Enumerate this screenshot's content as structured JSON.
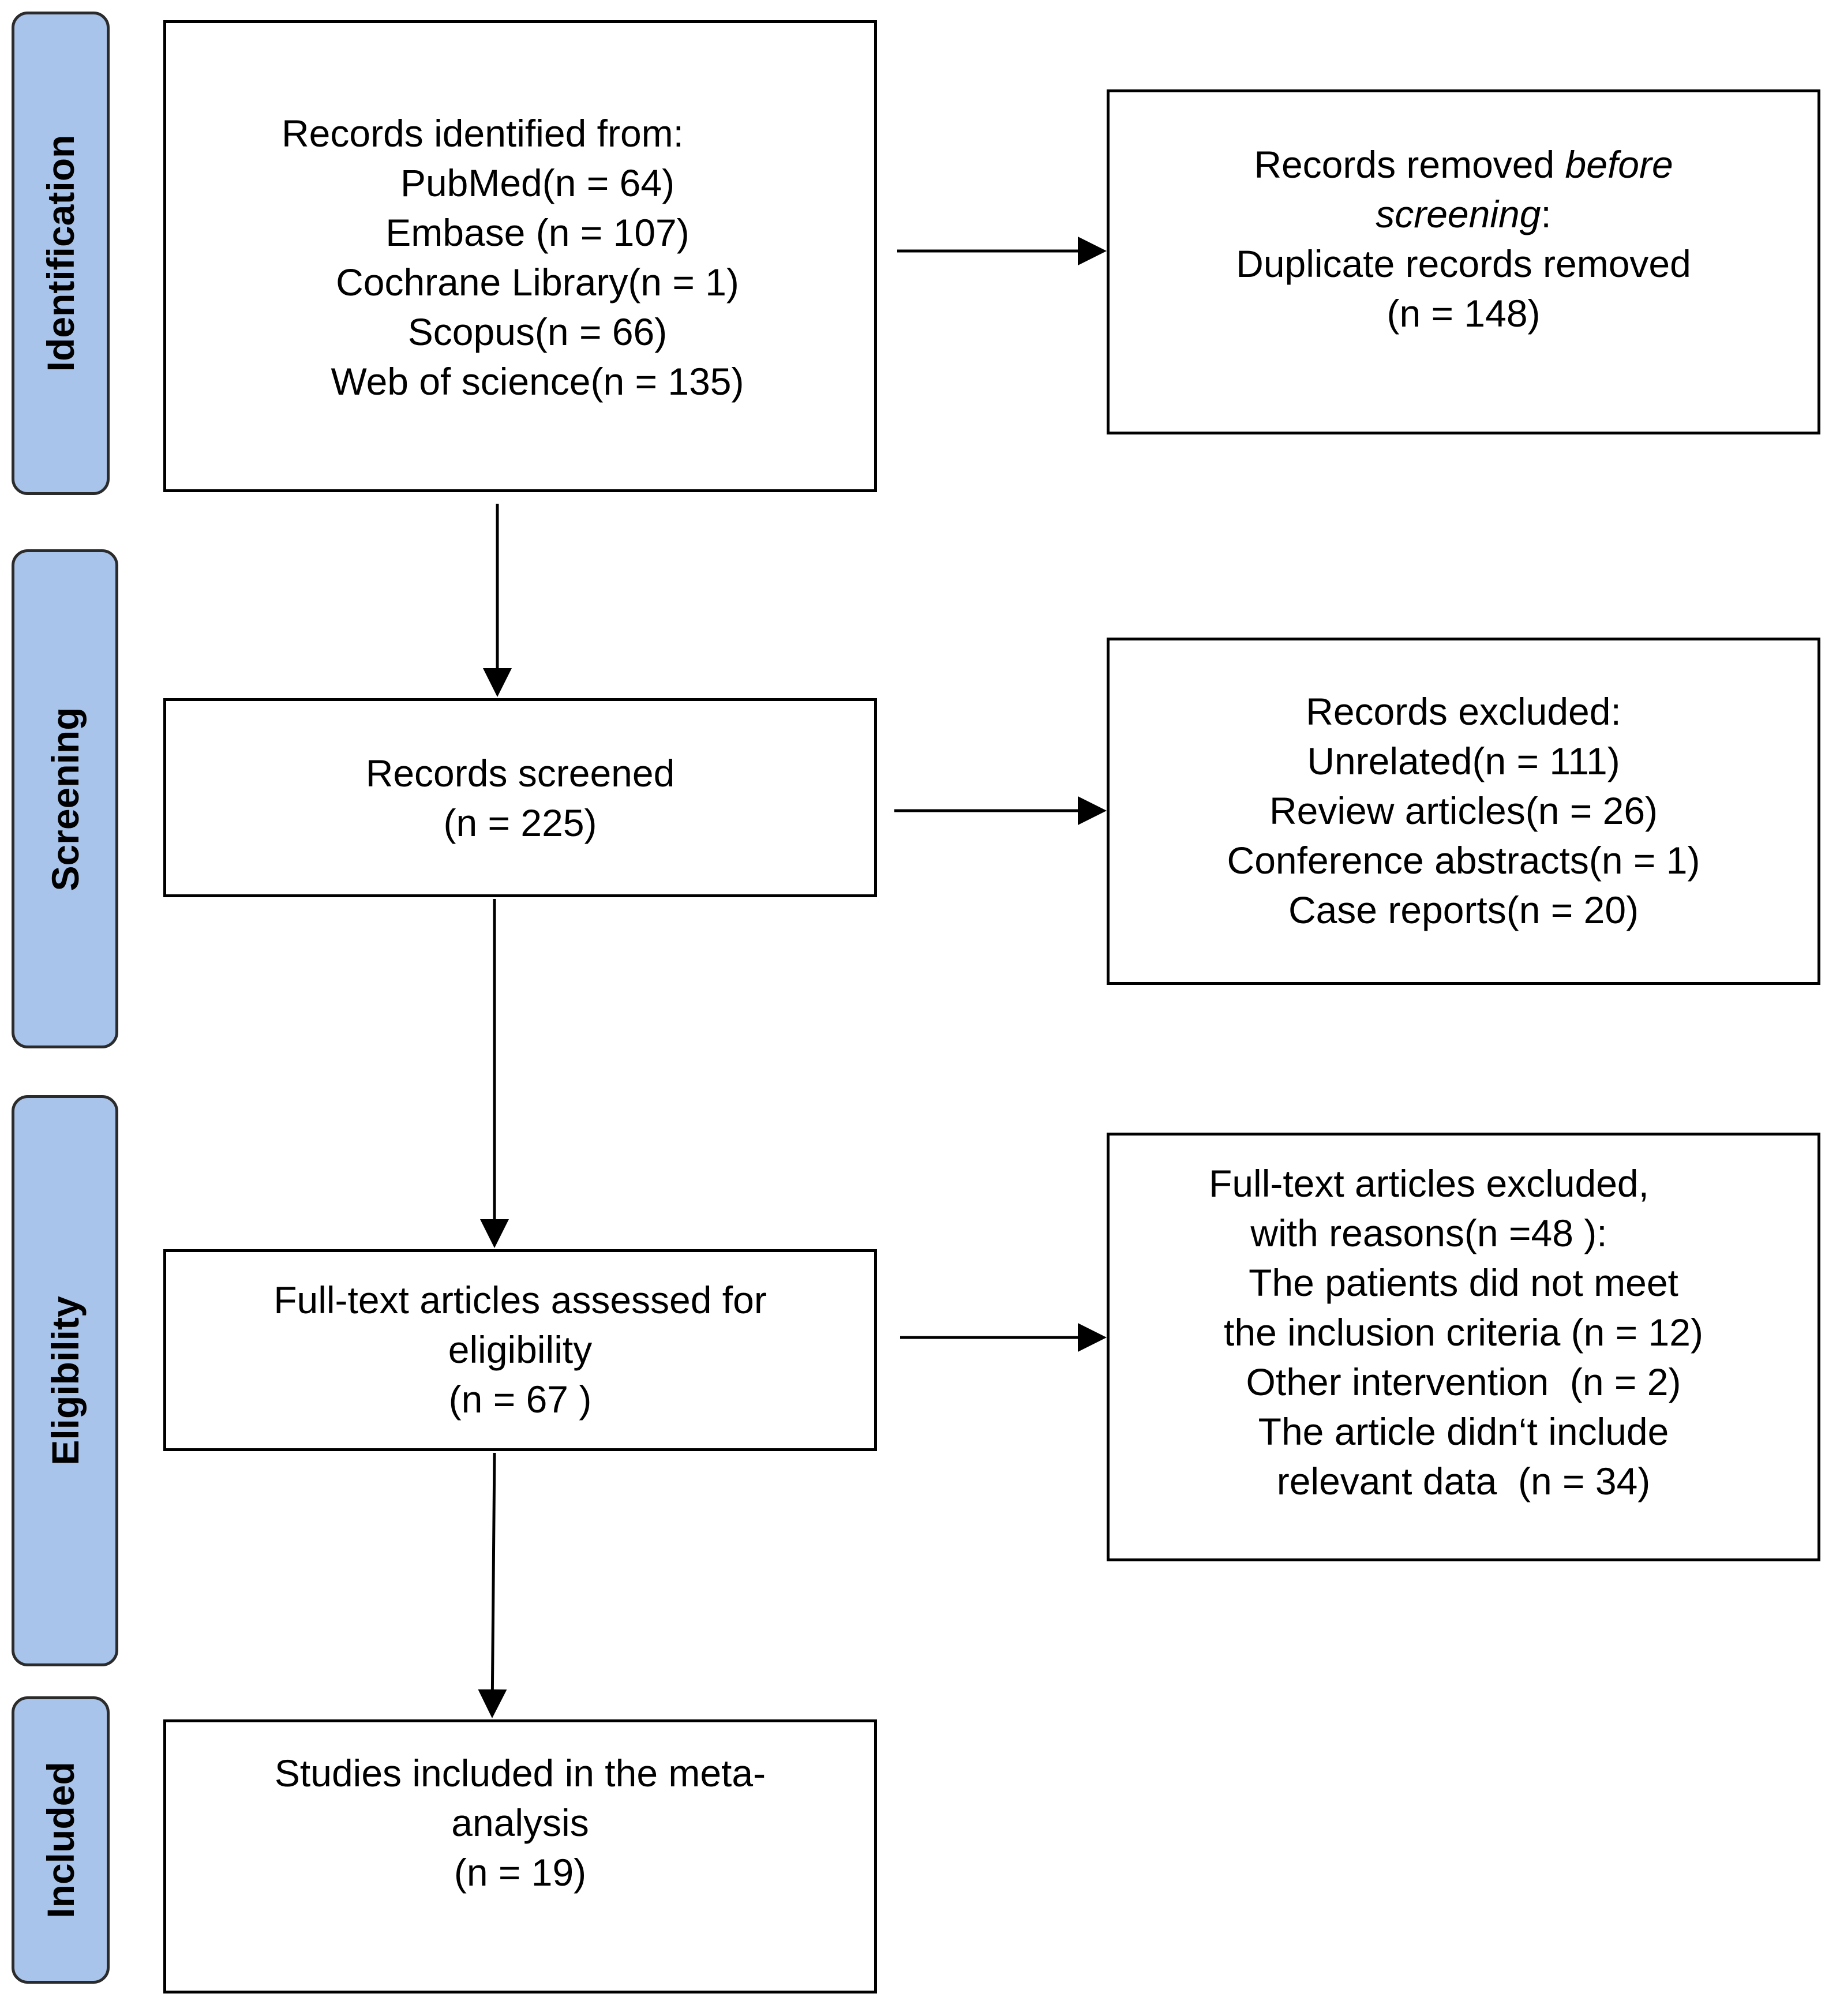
{
  "colors": {
    "stage_fill": "#a9c4ea",
    "stage_border": "#2b2b2b",
    "box_border": "#000000",
    "arrow": "#000000"
  },
  "stages": {
    "identification": "Identification",
    "screening": "Screening",
    "eligibility": "Eligibility",
    "included": "Included"
  },
  "identified": {
    "heading": "Records identified from:",
    "pubmed": "PubMed(n = 64)",
    "embase": "Embase (n = 107)",
    "cochrane": "Cochrane Library(n = 1)",
    "scopus": "Scopus(n = 66)",
    "wos": "Web of science(n = 135)"
  },
  "removed": {
    "line1_plain": "Records removed ",
    "line1_italic": "before",
    "line2_italic": "screening",
    "line2_plain": ":",
    "line3": "Duplicate records removed",
    "line4": "(n = 148)"
  },
  "screened": {
    "line1": "Records screened",
    "line2": "(n = 225)"
  },
  "excluded": {
    "heading": "Records excluded:",
    "unrelated": "Unrelated(n = 111)",
    "review": "Review articles(n = 26)",
    "conference": "Conference abstracts(n = 1)",
    "case": "Case reports(n = 20)"
  },
  "fulltext": {
    "line1": "Full-text articles assessed for",
    "line2": "eligibility",
    "line3": "(n = 67 )"
  },
  "fulltext_excluded": {
    "line1": "Full-text articles excluded,",
    "line2": "with reasons(n =48 ):",
    "line3": "The patients did not meet",
    "line4": "the inclusion criteria (n = 12)",
    "line5": "Other intervention  (n = 2)",
    "line6": "The article didn‘t include",
    "line7": "relevant data  (n = 34)"
  },
  "included_box": {
    "line1": "Studies included in the meta-",
    "line2": "analysis",
    "line3": "(n = 19)"
  }
}
